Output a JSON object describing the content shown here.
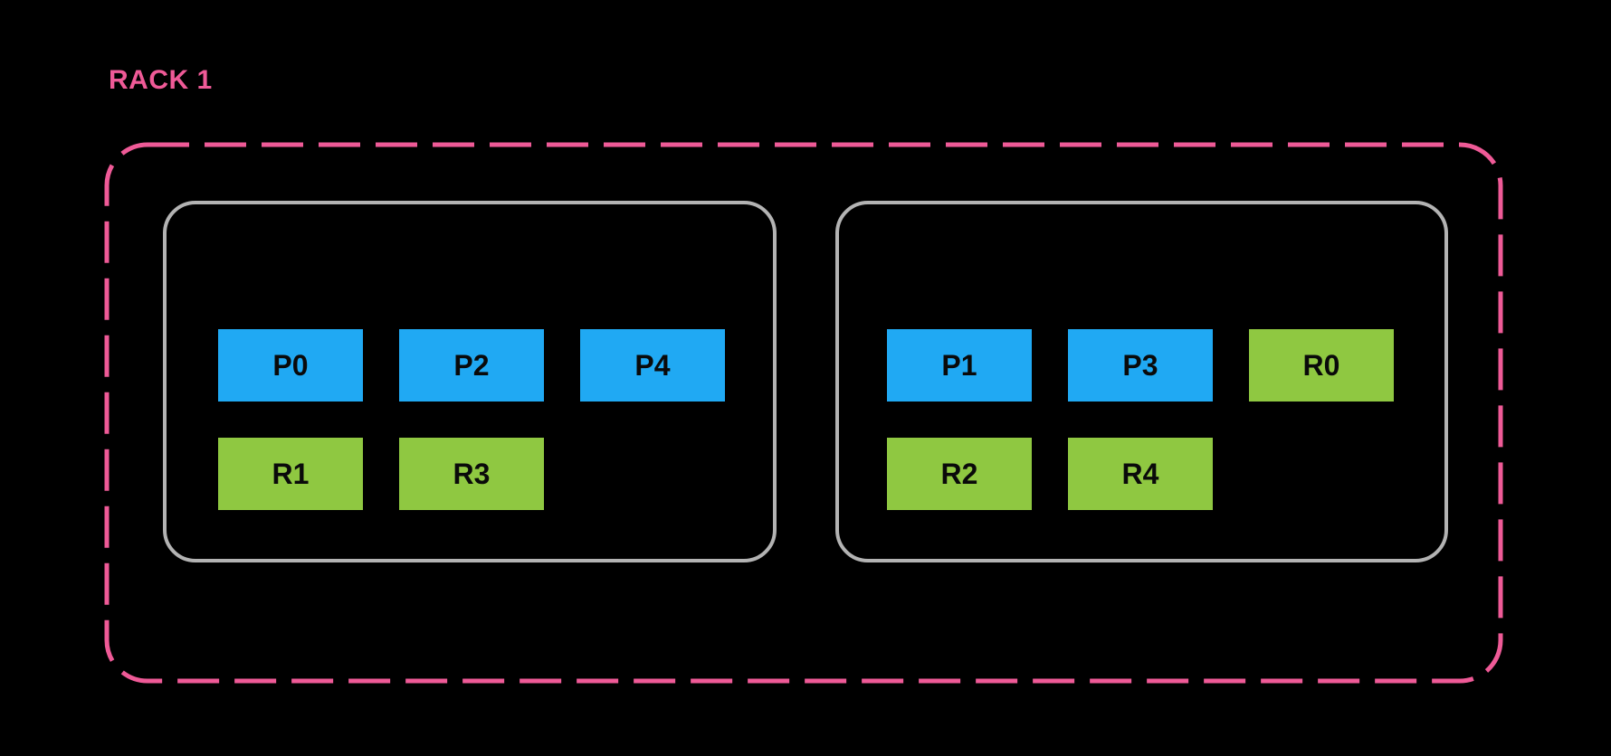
{
  "rack": {
    "label": "RACK 1"
  },
  "colors": {
    "background": "#000000",
    "rack_label_text": "#EF5A97",
    "rack_outline": "#EF5A97",
    "host_outline": "#B3B3B3",
    "primary": "#20A9F3",
    "replica": "#8FC841",
    "shard_text": "#0A0A0A"
  },
  "hosts": [
    {
      "shards": [
        {
          "label": "P0",
          "type": "primary"
        },
        {
          "label": "P2",
          "type": "primary"
        },
        {
          "label": "P4",
          "type": "primary"
        },
        {
          "label": "R1",
          "type": "replica"
        },
        {
          "label": "R3",
          "type": "replica"
        }
      ]
    },
    {
      "shards": [
        {
          "label": "P1",
          "type": "primary"
        },
        {
          "label": "P3",
          "type": "primary"
        },
        {
          "label": "R0",
          "type": "replica"
        },
        {
          "label": "R2",
          "type": "replica"
        },
        {
          "label": "R4",
          "type": "replica"
        }
      ]
    }
  ]
}
